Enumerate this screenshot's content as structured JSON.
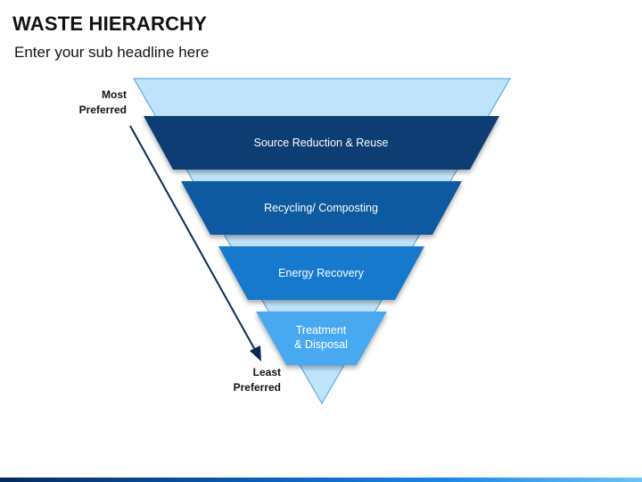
{
  "header": {
    "title": "WASTE HIERARCHY",
    "subtitle": "Enter your sub headline here"
  },
  "scale": {
    "top_label": "Most\nPreferred",
    "bottom_label": "Least\nPreferred"
  },
  "levels": [
    {
      "label": "Source Reduction & Reuse",
      "color": "#0a3d73"
    },
    {
      "label": "Recycling/ Composting",
      "color": "#0c5aa0"
    },
    {
      "label": "Energy Recovery",
      "color": "#1479cc"
    },
    {
      "label": "Treatment\n& Disposal",
      "color": "#49a9f0"
    }
  ],
  "colors": {
    "funnel_light": "#bfe3fb",
    "funnel_stroke": "#4a9ee0",
    "arrow": "#0a2a52"
  }
}
